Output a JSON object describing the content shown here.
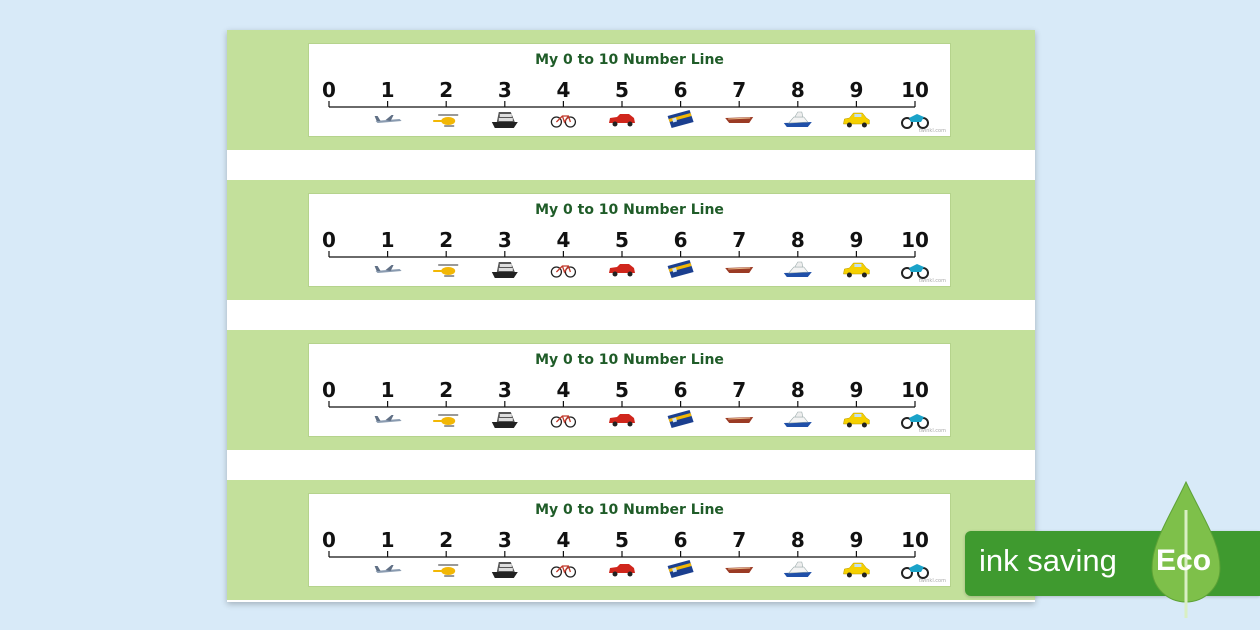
{
  "worksheet": {
    "strip_title": "My 0 to 10 Number Line",
    "numbers": [
      "0",
      "1",
      "2",
      "3",
      "4",
      "5",
      "6",
      "7",
      "8",
      "9",
      "10"
    ],
    "vehicle_icons": [
      "aeroplane-icon",
      "helicopter-icon",
      "ship-icon",
      "bicycle-icon",
      "car-icon",
      "train-icon",
      "rowing-boat-icon",
      "yacht-icon",
      "taxi-icon",
      "motorbike-icon"
    ],
    "strip_count": 4,
    "watermark": "twinkl.com"
  },
  "badge": {
    "label": "ink saving",
    "eco_label": "Eco"
  },
  "colors": {
    "page_background": "#d8eaf8",
    "band_green": "#c3e09b",
    "title_green": "#1f5c28",
    "badge_green": "#3f9a2f",
    "leaf_green": "#7ec04a"
  }
}
